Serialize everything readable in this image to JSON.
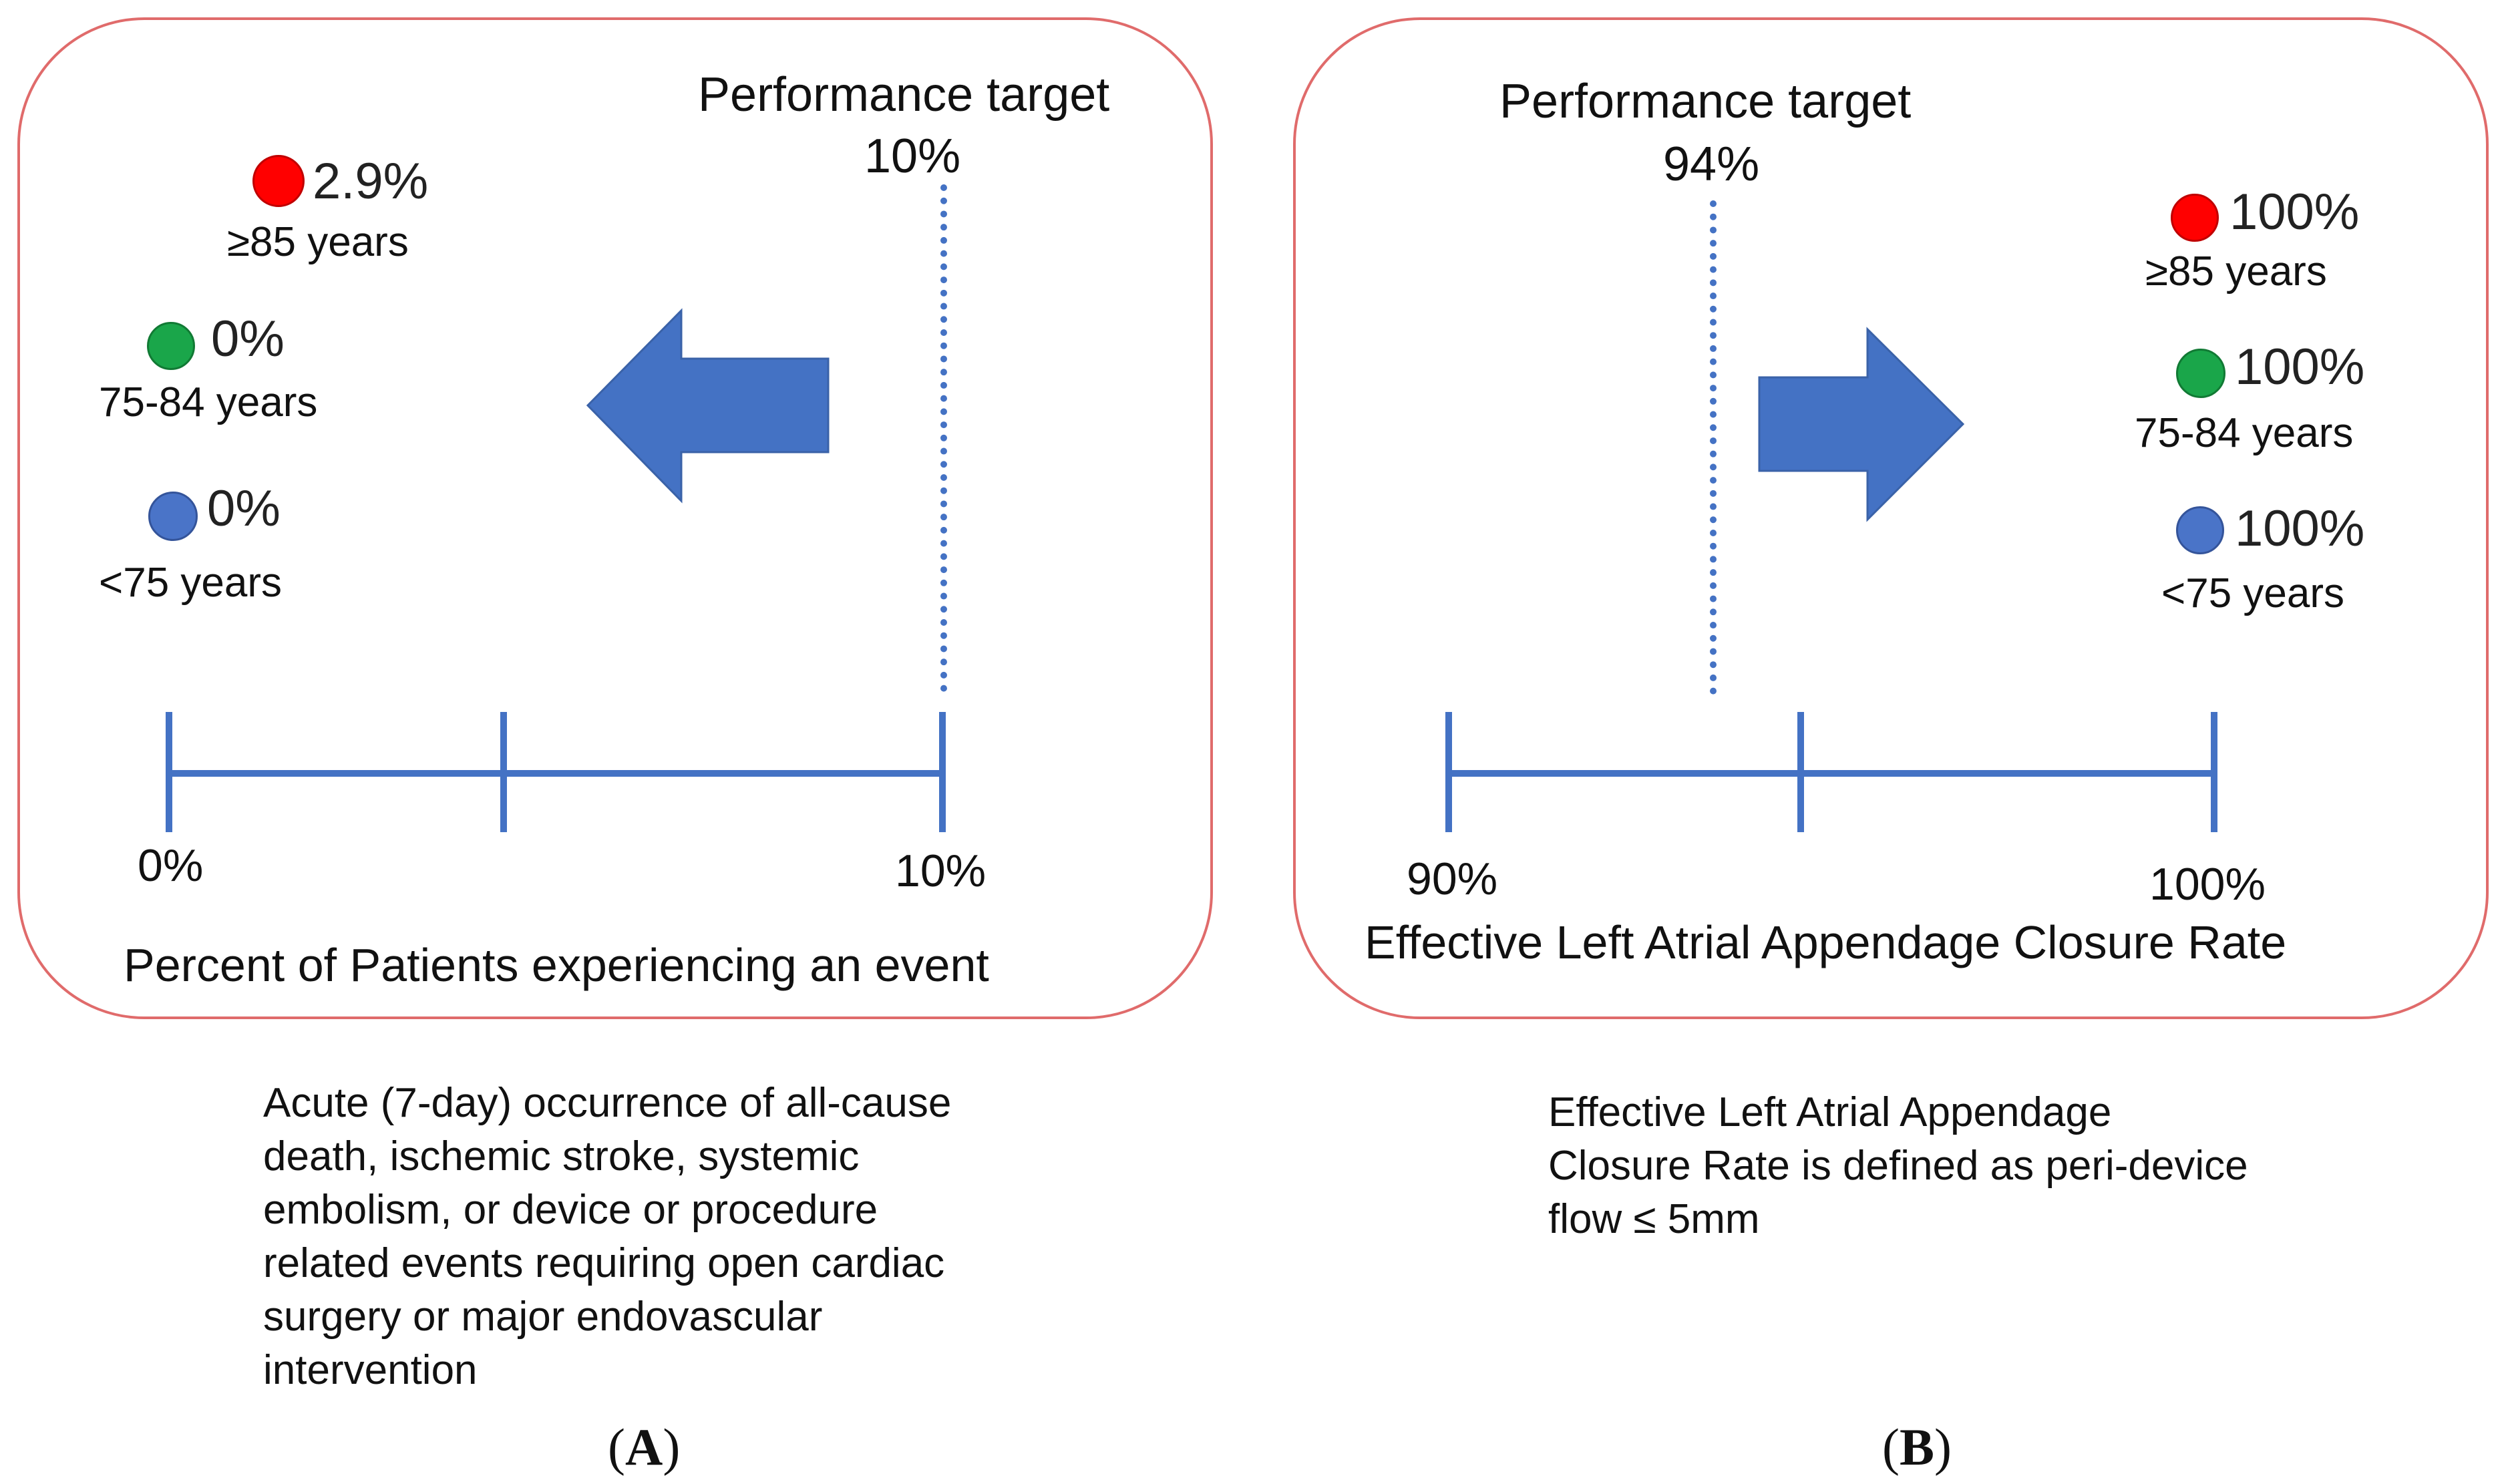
{
  "panel_a": {
    "target_title": "Performance target",
    "target_value": "10%",
    "groups": [
      {
        "pct": "2.9%",
        "age": "≥85 years",
        "color": "#ff0000"
      },
      {
        "pct": "0%",
        "age": "75-84 years",
        "color": "#1aa64a"
      },
      {
        "pct": "0%",
        "age": "<75 years",
        "color": "#4a74c8"
      }
    ],
    "axis": {
      "min_label": "0%",
      "max_label": "10%",
      "title": "Percent of Patients experiencing an event"
    },
    "arrow_direction": "left",
    "caption": [
      "Acute (7-day) occurrence of all-cause",
      "death, ischemic stroke, systemic",
      "embolism, or device or procedure",
      "related events requiring open cardiac",
      "surgery or major endovascular",
      "intervention"
    ],
    "label_letter": "A"
  },
  "panel_b": {
    "target_title": "Performance target",
    "target_value": "94%",
    "groups": [
      {
        "pct": "100%",
        "age": "≥85 years",
        "color": "#ff0000"
      },
      {
        "pct": "100%",
        "age": "75-84 years",
        "color": "#1aa64a"
      },
      {
        "pct": "100%",
        "age": "<75 years",
        "color": "#4a74c8"
      }
    ],
    "axis": {
      "min_label": "90%",
      "max_label": "100%",
      "title": "Effective Left Atrial Appendage Closure Rate"
    },
    "arrow_direction": "right",
    "caption": [
      "Effective Left Atrial Appendage",
      "Closure Rate is defined as peri-device",
      "flow ≤ 5mm"
    ],
    "label_letter": "B"
  },
  "colors": {
    "axis": "#4472c4",
    "panel_border": "#e06b6b",
    "arrow": "#4472c4"
  }
}
